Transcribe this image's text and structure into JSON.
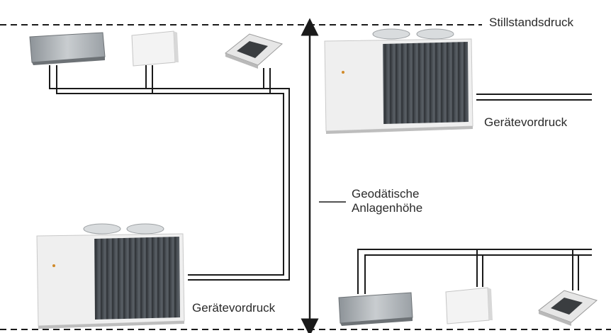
{
  "labels": {
    "standstill_pressure": "Stillstandsdruck",
    "device_pre_pressure_top": "Gerätevordruck",
    "device_pre_pressure_bottom": "Gerätevordruck",
    "geodetic_height_line1": "Geodätische",
    "geodetic_height_line2": "Anlagenhöhe"
  },
  "devices": {
    "top_group": [
      "wall-mounted-indoor-unit",
      "floor-console-indoor-unit",
      "ceiling-cassette-indoor-unit"
    ],
    "top_chiller": "outdoor-chiller-unit",
    "bottom_chiller": "outdoor-chiller-unit",
    "bottom_group": [
      "wall-mounted-indoor-unit",
      "floor-console-indoor-unit",
      "ceiling-cassette-indoor-unit"
    ]
  },
  "colors": {
    "line": "#1a1a1a",
    "unit_body": "#eeeeee",
    "unit_grille": "#4a4f55",
    "wall_unit": "#a8adb2",
    "fan": "#cfd3d6"
  }
}
